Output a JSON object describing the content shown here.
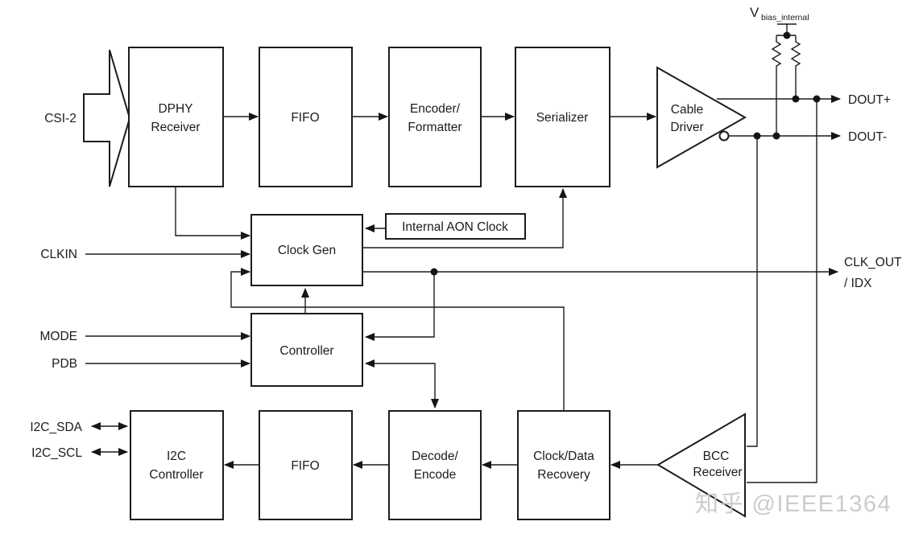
{
  "colors": {
    "line": "#1c1c1c",
    "background": "#ffffff",
    "watermark": "#c7c7c7"
  },
  "signals": {
    "csi2": "CSI-2",
    "clkin": "CLKIN",
    "mode": "MODE",
    "pdb": "PDB",
    "i2c_sda": "I2C_SDA",
    "i2c_scl": "I2C_SCL",
    "dout_plus": "DOUT+",
    "dout_minus": "DOUT-",
    "clk_out_line1": "CLK_OUT",
    "clk_out_line2": "/ IDX",
    "vbias_main": "V",
    "vbias_sub": "bias_internal"
  },
  "blocks": {
    "dphy": {
      "line1": "DPHY",
      "line2": "Receiver"
    },
    "fifo_top": {
      "label": "FIFO"
    },
    "encoder": {
      "line1": "Encoder/",
      "line2": "Formatter"
    },
    "serializer": {
      "label": "Serializer"
    },
    "cable_driver": {
      "line1": "Cable",
      "line2": "Driver"
    },
    "clock_gen": {
      "label": "Clock Gen"
    },
    "aon_clock": {
      "label": "Internal AON Clock"
    },
    "controller": {
      "label": "Controller"
    },
    "i2c": {
      "line1": "I2C",
      "line2": "Controller"
    },
    "fifo_bottom": {
      "label": "FIFO"
    },
    "decode": {
      "line1": "Decode/",
      "line2": "Encode"
    },
    "cdr": {
      "line1": "Clock/Data",
      "line2": "Recovery"
    },
    "bcc": {
      "line1": "BCC",
      "line2": "Receiver"
    }
  },
  "watermark": "知乎 @IEEE1364"
}
